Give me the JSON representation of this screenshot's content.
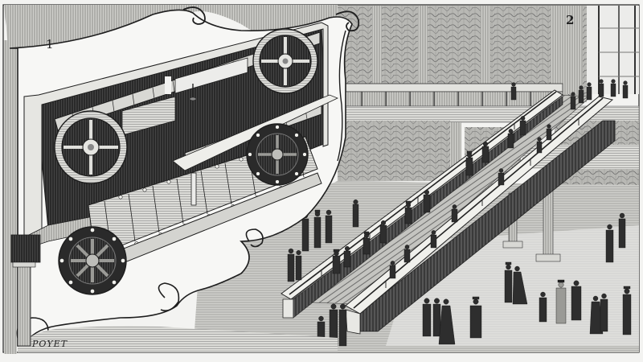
{
  "figure": {
    "kind": "engraving",
    "palette": {
      "paper": "#f3f3f1",
      "ink": "#1e1e1e",
      "mid_gray": "#8a8a88",
      "light_gray": "#c9c9c6",
      "dark_fill": "#262626"
    },
    "panels": [
      {
        "id": "panel-1",
        "label": "1",
        "subject": "cutaway of escalator drive mechanism: toothed wheels, chain of steps and rollers, shown on an unfurled scroll"
      },
      {
        "id": "panel-2",
        "label": "2",
        "subject": "inclined moving staircase in a marble-paneled hall with a balcony, columns, and visitors in 19th-century dress"
      }
    ],
    "signature": "POYET"
  }
}
